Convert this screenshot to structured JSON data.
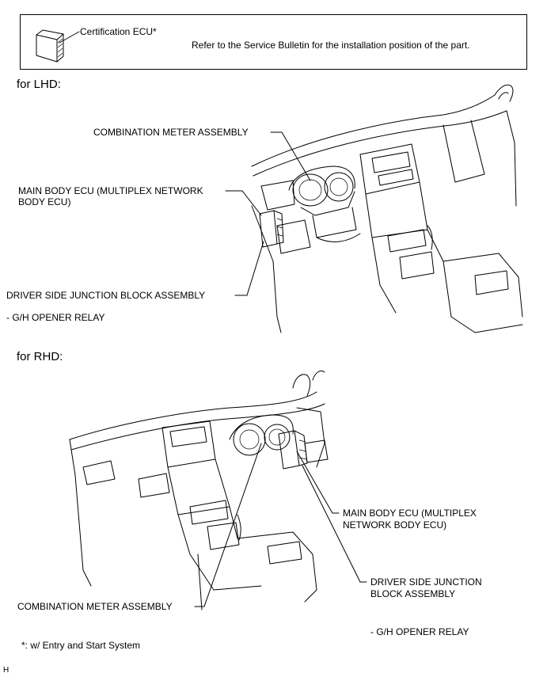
{
  "legend": {
    "part_label": "Certification ECU*",
    "note": "Refer to the Service Bulletin for the installation position of the part."
  },
  "lhd": {
    "heading": "for LHD:",
    "labels": {
      "combination_meter": "COMBINATION METER ASSEMBLY",
      "main_body_ecu_line1": "MAIN BODY ECU (MULTIPLEX NETWORK",
      "main_body_ecu_line2": "BODY ECU)",
      "driver_side_jb": "DRIVER SIDE JUNCTION BLOCK ASSEMBLY",
      "relay": "- G/H OPENER RELAY"
    }
  },
  "rhd": {
    "heading": "for RHD:",
    "labels": {
      "main_body_ecu_line1": "MAIN BODY ECU (MULTIPLEX",
      "main_body_ecu_line2": "NETWORK BODY ECU)",
      "driver_side_jb_line1": "DRIVER SIDE JUNCTION",
      "driver_side_jb_line2": "BLOCK ASSEMBLY",
      "combination_meter": "COMBINATION METER ASSEMBLY",
      "relay": "- G/H OPENER RELAY"
    }
  },
  "footnote": "*: w/ Entry and Start System",
  "corner_mark": "H"
}
